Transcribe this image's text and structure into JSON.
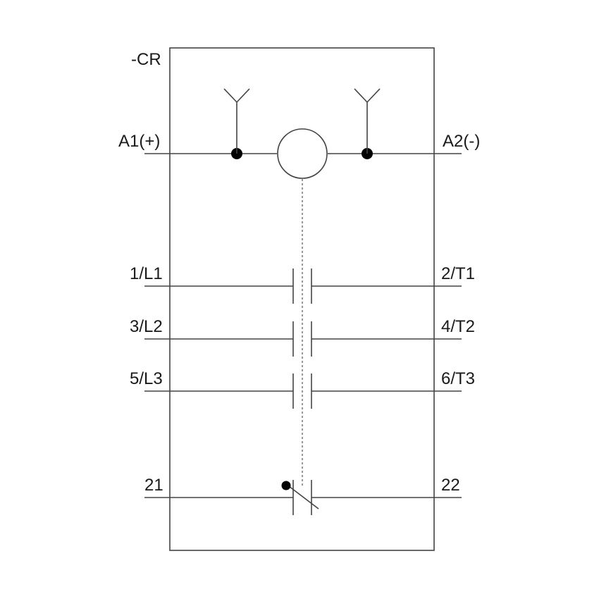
{
  "device": {
    "designation": "-CR"
  },
  "coil": {
    "left_terminal": "A1(+)",
    "right_terminal": "A2(-)"
  },
  "main_contacts": [
    {
      "left": "1/L1",
      "right": "2/T1"
    },
    {
      "left": "3/L2",
      "right": "4/T2"
    },
    {
      "left": "5/L3",
      "right": "6/T3"
    }
  ],
  "auxiliary_contact": {
    "type": "normally-closed",
    "left": "21",
    "right": "22"
  },
  "colors": {
    "line": "#444444",
    "text": "#1a1a1a",
    "dot": "#000000"
  }
}
